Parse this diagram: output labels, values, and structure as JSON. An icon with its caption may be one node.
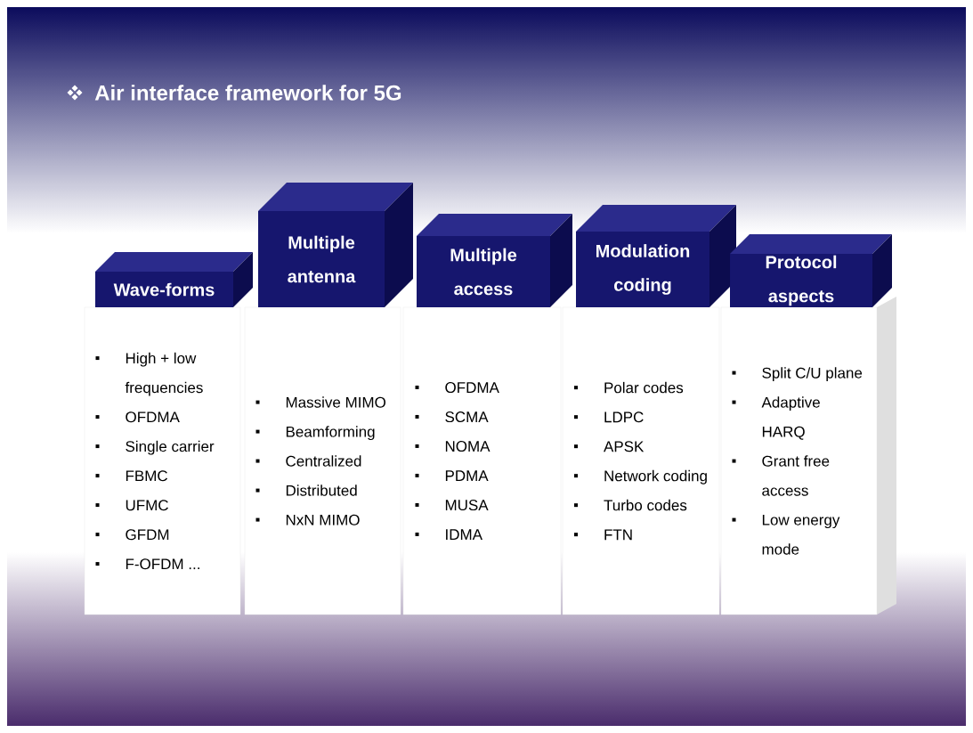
{
  "diagram": {
    "title": "Air interface framework for 5G",
    "nodes": [
      {
        "text": [
          "Wave-forms"
        ]
      },
      {
        "text": [
          "Multiple antenna"
        ]
      },
      {
        "text": [
          "Multiple access"
        ]
      },
      {
        "text": [
          "Modulation coding"
        ]
      },
      {
        "text": [
          "Protocol aspects"
        ]
      },
      {
        "text": [
          "High + low frequencies",
          "OFDMA",
          "Single carrier",
          "FBMC",
          "UFMC",
          "GFDM",
          "F-OFDM ..."
        ]
      },
      {
        "text": [
          "Massive MIMO",
          "Beamforming",
          "Centralized",
          "Distributed",
          "NxN MIMO"
        ]
      },
      {
        "text": [
          "OFDMA",
          "SCMA",
          "NOMA",
          "PDMA",
          "MUSA",
          "IDMA"
        ]
      },
      {
        "text": [
          "Polar codes",
          "LDPC",
          "APSK",
          "Network coding",
          "Turbo codes",
          "FTN"
        ]
      },
      {
        "text": [
          "Split C/U plane",
          "Adaptive HARQ",
          "Grant free access",
          "Low energy mode"
        ]
      }
    ]
  }
}
